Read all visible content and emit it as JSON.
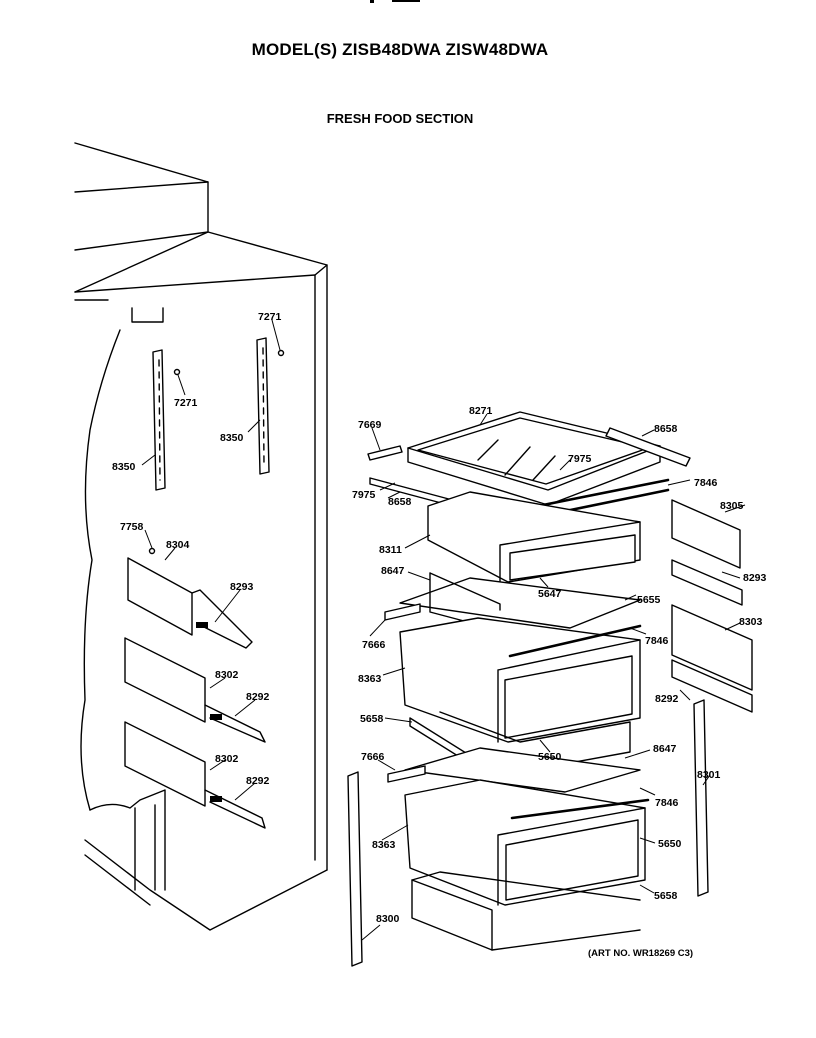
{
  "title": "MODEL(S) ZISB48DWA  ZISW48DWA",
  "subtitle": "FRESH FOOD SECTION",
  "art_no": "(ART NO. WR18269 C3)",
  "parts": {
    "p7271a": "7271",
    "p7271b": "7271",
    "p8350a": "8350",
    "p8350b": "8350",
    "p7758": "7758",
    "p8304": "8304",
    "p8293a": "8293",
    "p8302a": "8302",
    "p8292a": "8292",
    "p8302b": "8302",
    "p8292b": "8292",
    "p7669": "7669",
    "p8271": "8271",
    "p8658a": "8658",
    "p7975a": "7975",
    "p7846a": "7846",
    "p7975b": "7975",
    "p8658b": "8658",
    "p8305": "8305",
    "p8311": "8311",
    "p8647a": "8647",
    "p5647": "5647",
    "p8293b": "8293",
    "p5655": "5655",
    "p7666a": "7666",
    "p7846b": "7846",
    "p8303": "8303",
    "p8363a": "8363",
    "p8292c": "8292",
    "p5658a": "5658",
    "p5650a": "5650",
    "p8647b": "8647",
    "p7666b": "7666",
    "p8301": "8301",
    "p7846c": "7846",
    "p8363b": "8363",
    "p5650b": "5650",
    "p5658b": "5658",
    "p8300": "8300"
  }
}
